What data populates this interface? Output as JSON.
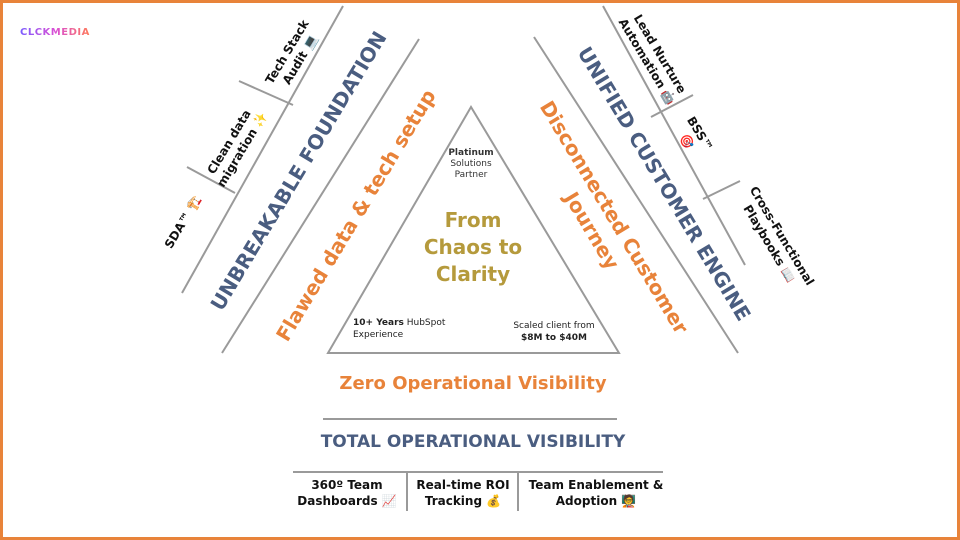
{
  "brand": {
    "logo_text": "CLCKMEDIA"
  },
  "left": {
    "heading": "UNBREAKABLE FOUNDATION",
    "problem": "Flawed data & tech setup",
    "items": [
      {
        "label_line1": "Tech Stack",
        "label_line2": "Audit 💻"
      },
      {
        "label_line1": "Clean data",
        "label_line2": "migration ✨"
      },
      {
        "label_line1": "SDA™ 🏗️",
        "label_line2": ""
      }
    ]
  },
  "right": {
    "heading": "UNIFIED CUSTOMER ENGINE",
    "problem_line1": "Disconnected Customer",
    "problem_line2": "Journey",
    "items": [
      {
        "label_line1": "Lead Nurture",
        "label_line2": "Automation 🤖"
      },
      {
        "label_line1": "BSS™",
        "label_line2": "🎯"
      },
      {
        "label_line1": "Cross-Functional",
        "label_line2": "Playbooks 📖"
      }
    ]
  },
  "triangle": {
    "top_line1": "Platinum",
    "top_line2": "Solutions",
    "top_line3": "Partner",
    "center_line1": "From",
    "center_line2": "Chaos to",
    "center_line3": "Clarity",
    "bl_bold": "10+ Years",
    "bl_rest": " HubSpot",
    "bl_line2": "Experience",
    "br_line1": "Scaled client from",
    "br_bold": "$8M to $40M"
  },
  "bottom": {
    "problem": "Zero Operational Visibility",
    "heading": "TOTAL OPERATIONAL VISIBILITY",
    "items": [
      {
        "label_line1": "360º Team",
        "label_line2": "Dashboards 📈"
      },
      {
        "label_line1": "Real-time ROI",
        "label_line2": "Tracking 💰"
      },
      {
        "label_line1": "Team Enablement &",
        "label_line2": "Adoption 🧑‍🏫"
      }
    ]
  },
  "colors": {
    "border": "#E8833A",
    "accent": "#E8833A",
    "slate": "#4a5d80",
    "gold": "#b59a3c",
    "line": "#9a9a9a"
  }
}
